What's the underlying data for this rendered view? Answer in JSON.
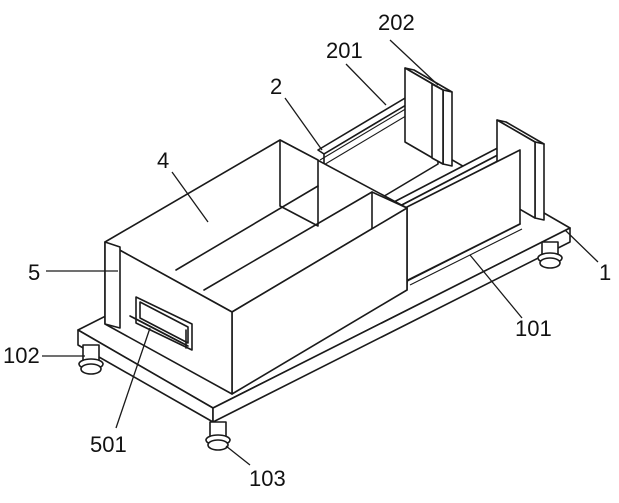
{
  "labels": {
    "part_1": "1",
    "part_101": "101",
    "part_102": "102",
    "part_103": "103",
    "part_2": "2",
    "part_201": "201",
    "part_202": "202",
    "part_4": "4",
    "part_5": "5",
    "part_501": "501"
  },
  "colors": {
    "line": "#1a1a1a",
    "background": "#ffffff"
  }
}
